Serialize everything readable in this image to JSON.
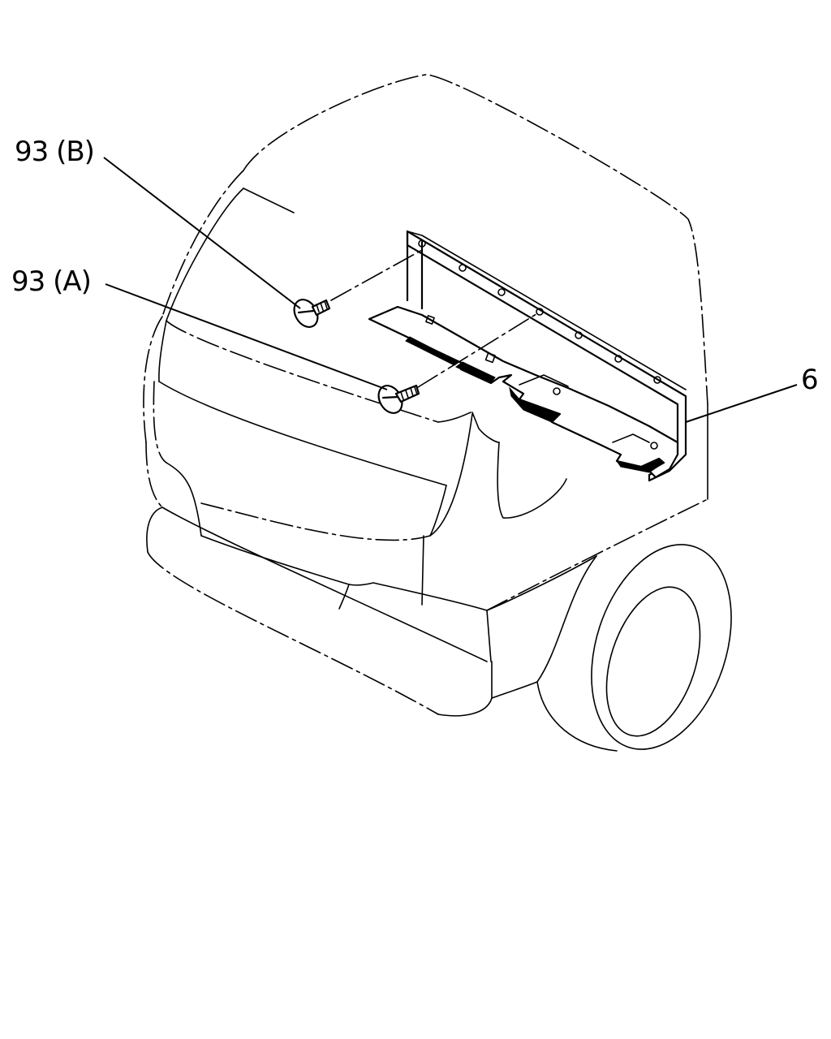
{
  "callouts": {
    "part_93b": "93 (B)",
    "part_93a": "93 (A)",
    "part_6": "6"
  },
  "icons": {
    "screw_b": "screw-icon",
    "screw_a": "screw-icon",
    "bracket": "bracket-icon",
    "vehicle": "vehicle-outline-icon",
    "wheel": "wheel-icon"
  },
  "colors": {
    "line": "#000000",
    "background": "#ffffff"
  }
}
